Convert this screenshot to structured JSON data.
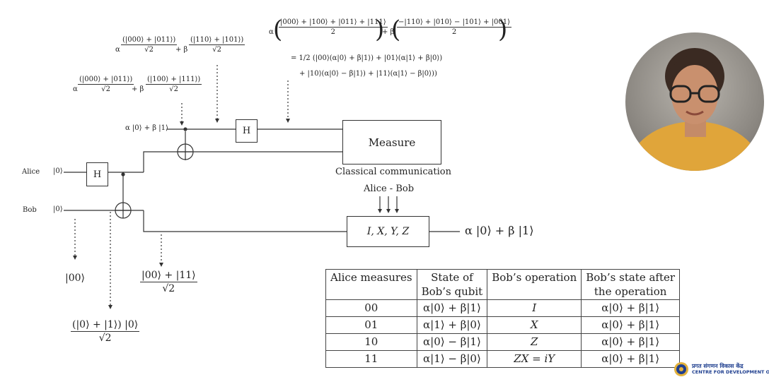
{
  "labels": {
    "alice": "Alice",
    "bob": "Bob",
    "ket0": "|0⟩",
    "h_gate": "H",
    "measure": "Measure",
    "classical_comm": "Classical communication",
    "alice_bob": "Alice - Bob",
    "pauli_box": "I, X, Y, Z",
    "output_state": "α |0⟩ + β |1⟩",
    "input_state": "α |0⟩ + β |1⟩"
  },
  "states": {
    "s00": "|00⟩",
    "bell_num": "|00⟩ + |11⟩",
    "bell_den": "√2",
    "plus_num": "(|0⟩ + |1⟩) |0⟩",
    "plus_den": "√2",
    "after_cnot_a_num": "(|000⟩ + |011⟩)",
    "after_cnot_b_num": "(|100⟩ + |111⟩)",
    "after_cnot2_a_num": "(|000⟩ + |011⟩)",
    "after_cnot2_b_num": "(|110⟩ + |101⟩)",
    "sqrt2": "√2",
    "alpha": "α",
    "beta": "+ β",
    "top_a_num": "|000⟩ + |100⟩ + |011⟩ + |111⟩",
    "top_b_num": "−|110⟩ + |010⟩ − |101⟩ + |001⟩",
    "two": "2",
    "expand_line1": "= 1/2 (|00⟩(α|0⟩ + β|1⟩) + |01⟩(α|1⟩ + β|0⟩)",
    "expand_line2": "+ |10⟩(α|0⟩ − β|1⟩) + |11⟩(α|1⟩ − β|0⟩))"
  },
  "table": {
    "headers": [
      "Alice measures",
      "State of Bob’s qubit",
      "Bob’s operation",
      "Bob’s state after the operation"
    ],
    "header_lines": [
      [
        "Alice measures",
        ""
      ],
      [
        "State of",
        "Bob’s qubit"
      ],
      [
        "Bob’s operation",
        ""
      ],
      [
        "Bob’s state after",
        "the operation"
      ]
    ],
    "rows": [
      [
        "00",
        "α|0⟩ + β|1⟩",
        "I",
        "α|0⟩ + β|1⟩"
      ],
      [
        "01",
        "α|1⟩ + β|0⟩",
        "X",
        "α|0⟩ + β|1⟩"
      ],
      [
        "10",
        "α|0⟩ − β|1⟩",
        "Z",
        "α|0⟩ + β|1⟩"
      ],
      [
        "11",
        "α|1⟩ − β|0⟩",
        "ZX = iY",
        "α|0⟩ + β|1⟩"
      ]
    ]
  },
  "logo": {
    "line1": "प्रगत संगणन विकास केंद्र",
    "line2": "CENTRE FOR DEVELOPMENT OF ADVA"
  },
  "colors": {
    "wire": "#333333",
    "logo_blue": "#1f3f8f",
    "logo_gold": "#e2b13c",
    "shirt": "#e0a53a"
  }
}
